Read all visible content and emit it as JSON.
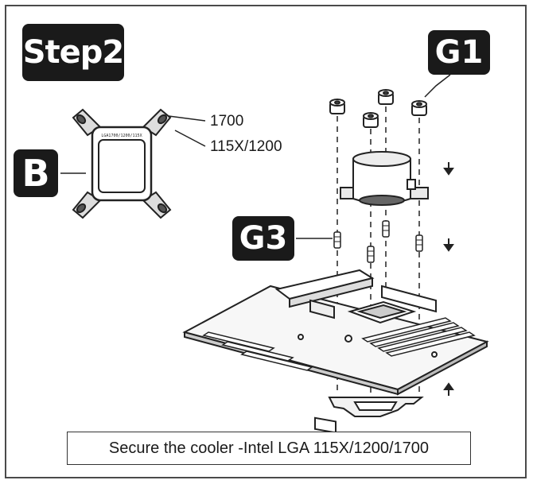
{
  "step_label": "Step2",
  "callouts": {
    "b": "B",
    "g1": "G1",
    "g3": "G3"
  },
  "bracket": {
    "engraving": "LGA1700/1200/115X",
    "hole_labels": [
      "1700",
      "115X/1200"
    ]
  },
  "caption": "Secure the cooler -Intel LGA 115X/1200/1700",
  "colors": {
    "badge": "#1a1a1a",
    "line": "#222222",
    "frame": "#4a4a4a"
  },
  "icons": [
    "arrow-down-icon",
    "arrow-up-icon"
  ]
}
